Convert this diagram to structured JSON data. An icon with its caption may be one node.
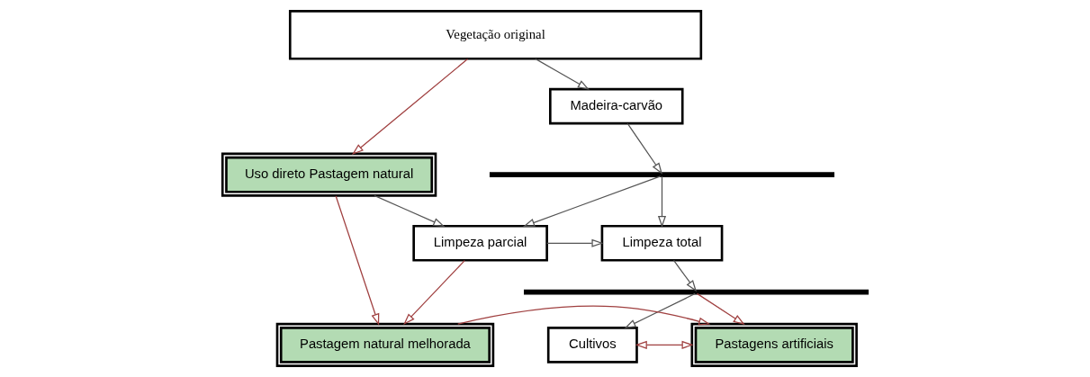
{
  "diagram": {
    "nodes": [
      {
        "text": [
          "Vegetação original"
        ]
      },
      {
        "text": [
          "Madeira-carvão"
        ]
      },
      {
        "text": [
          "Uso direto Pastagem natural"
        ]
      },
      {
        "text": [],
        "shape": "bar"
      },
      {
        "text": [
          "Limpeza total"
        ]
      },
      {
        "text": [
          "Limpeza parcial"
        ]
      },
      {
        "text": [],
        "shape": "bar"
      },
      {
        "text": [
          "Cultivos"
        ]
      },
      {
        "text": [
          "Pastagens artificiais"
        ]
      },
      {
        "text": [
          "Pastagem natural melhorada"
        ]
      }
    ],
    "edges": [
      {
        "from": 0,
        "to": 1,
        "arrow": "to"
      },
      {
        "from": 0,
        "to": 2,
        "arrow": "to",
        "color": "#a04040"
      },
      {
        "from": 1,
        "to": 3,
        "arrow": "to"
      },
      {
        "from": 3,
        "to": 4,
        "arrow": "to"
      },
      {
        "from": 3,
        "to": 5,
        "arrow": "to"
      },
      {
        "from": 2,
        "to": 5,
        "arrow": "to"
      },
      {
        "from": 5,
        "to": 4,
        "arrow": "to"
      },
      {
        "from": 4,
        "to": 6,
        "arrow": "to"
      },
      {
        "from": 6,
        "to": 7,
        "arrow": "to"
      },
      {
        "from": 6,
        "to": 8,
        "arrow": "to",
        "color": "#a04040"
      },
      {
        "from": 5,
        "to": 9,
        "arrow": "to",
        "color": "#a04040"
      },
      {
        "from": 2,
        "to": 9,
        "arrow": "to",
        "color": "#a04040"
      },
      {
        "from": 9,
        "to": 8,
        "arrow": "to",
        "color": "#a04040"
      },
      {
        "from": 7,
        "to": 8,
        "arrow": "both",
        "color": "#a04040"
      }
    ]
  }
}
